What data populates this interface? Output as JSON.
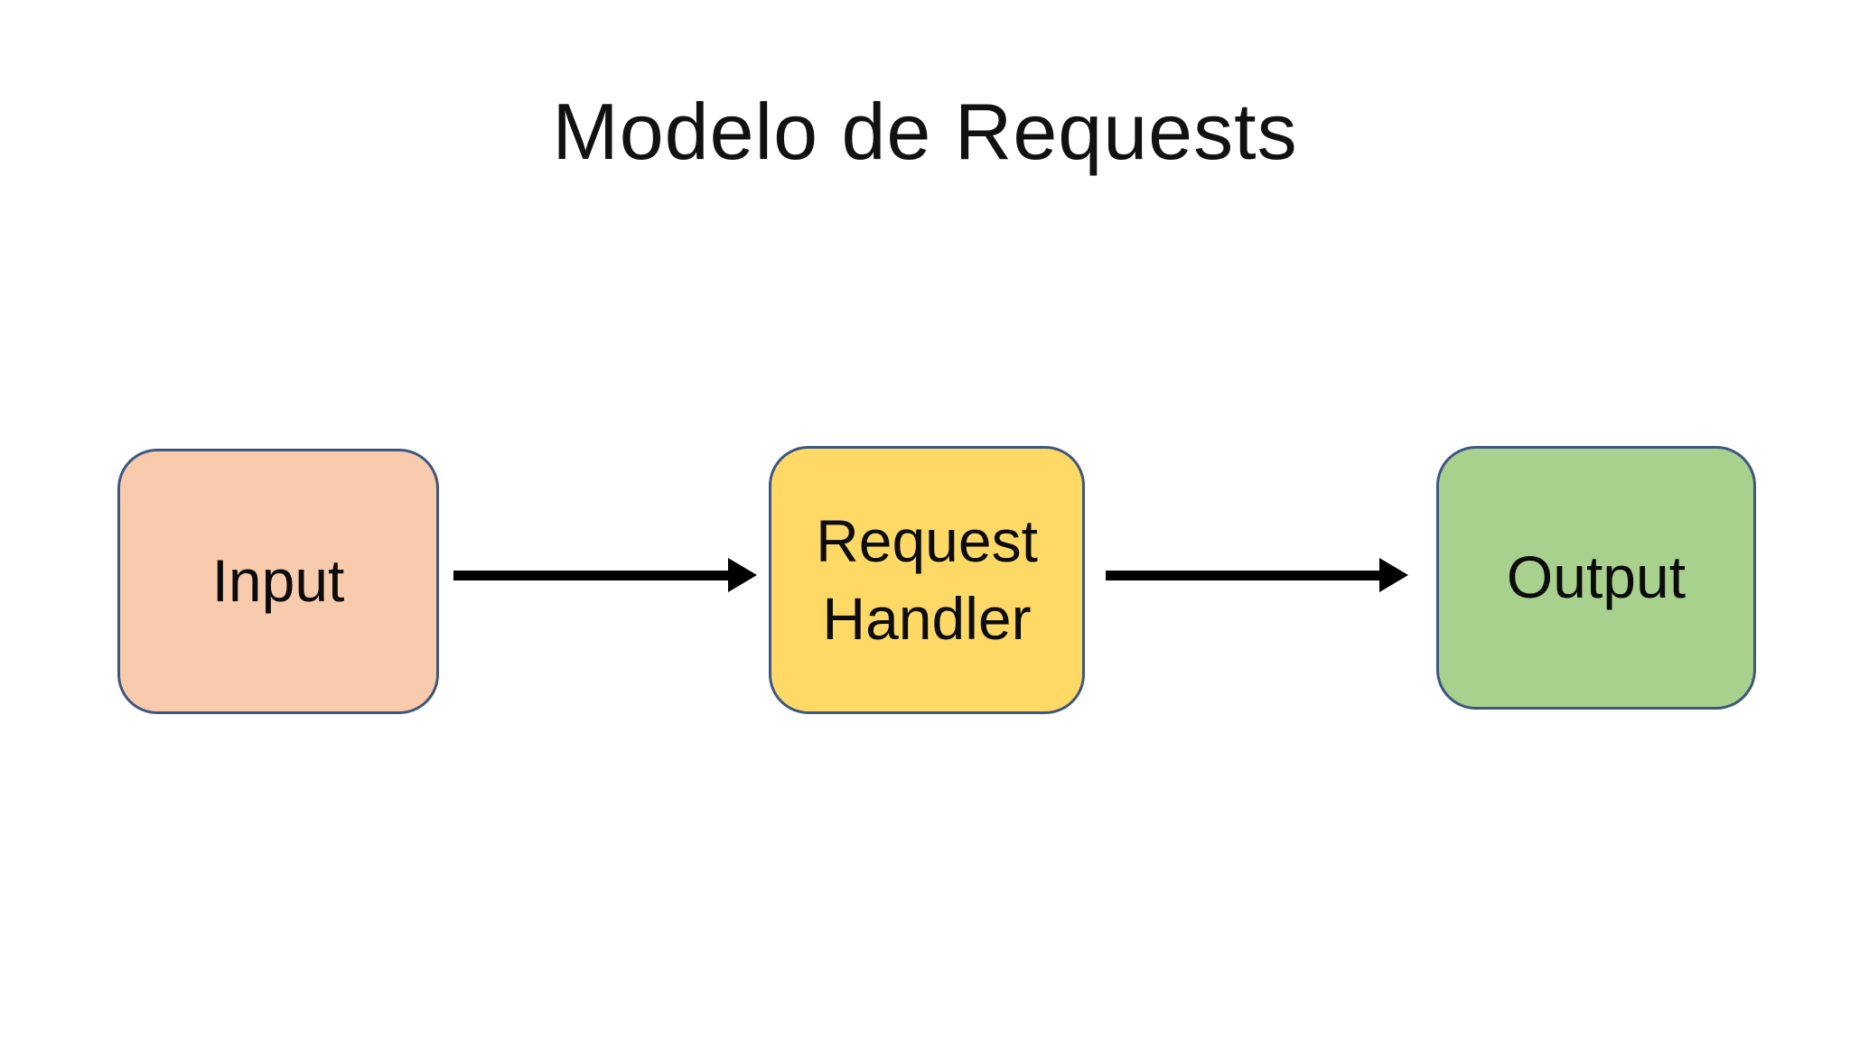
{
  "title": "Modelo de Requests",
  "diagram": {
    "type": "flowchart",
    "direction": "left-to-right",
    "nodes": [
      {
        "id": "input",
        "label": "Input",
        "fill": "#F8CBAD",
        "border": "#3E5680"
      },
      {
        "id": "request-handler",
        "label": "Request Handler",
        "fill": "#FFD966",
        "border": "#3E5680"
      },
      {
        "id": "output",
        "label": "Output",
        "fill": "#A9D18E",
        "border": "#3E5680"
      }
    ],
    "edges": [
      {
        "from": "input",
        "to": "request-handler",
        "style": "solid-arrow",
        "color": "#000000"
      },
      {
        "from": "request-handler",
        "to": "output",
        "style": "solid-arrow",
        "color": "#000000"
      }
    ]
  },
  "colors": {
    "background": "#FFFFFF",
    "title_text": "#111111",
    "node_text": "#0B0B0B",
    "arrow": "#000000"
  }
}
